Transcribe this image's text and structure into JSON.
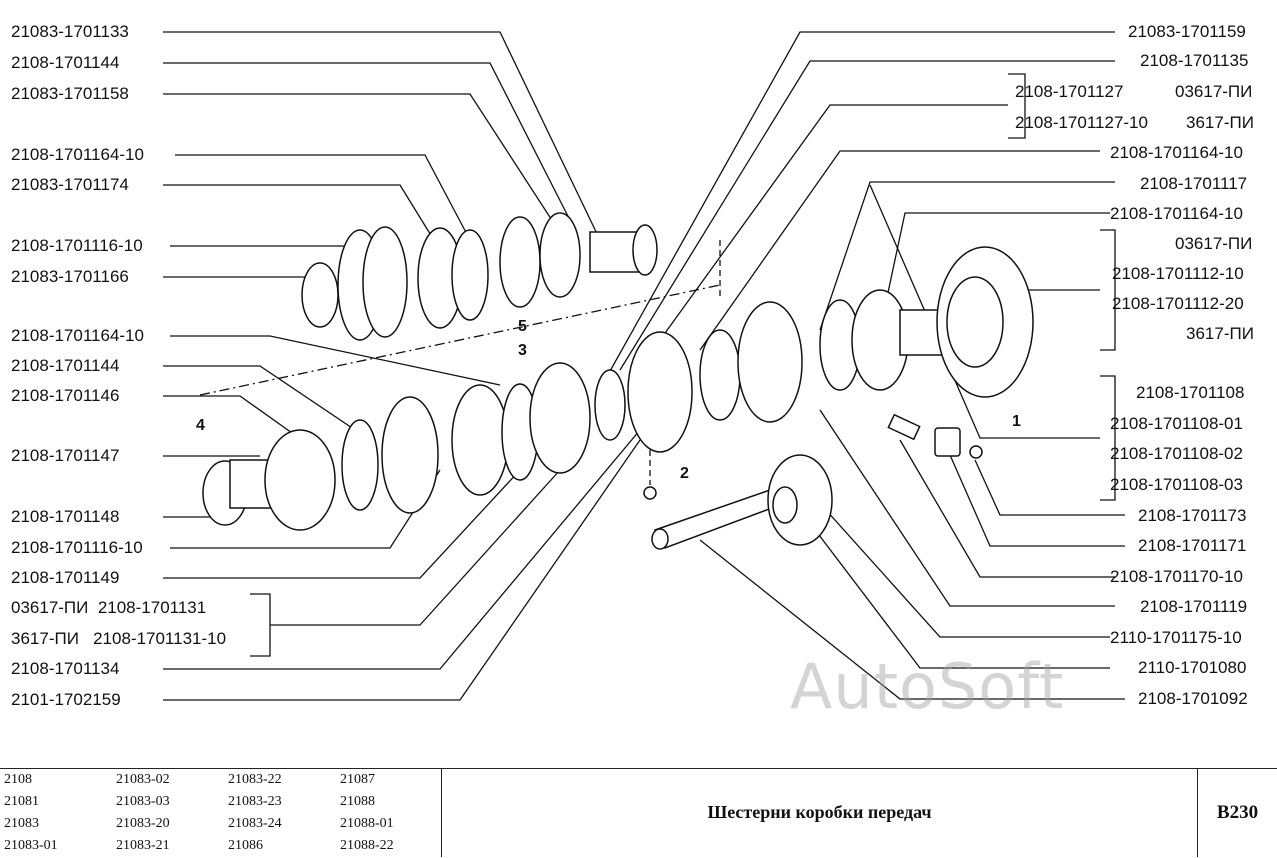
{
  "left_labels": [
    "21083-1701133",
    "2108-1701144",
    "21083-1701158",
    "2108-1701164-10",
    "21083-1701174",
    "2108-1701116-10",
    "21083-1701166",
    "2108-1701164-10",
    "2108-1701144",
    "2108-1701146",
    "2108-1701147",
    "2108-1701148",
    "2108-1701116-10",
    "2108-1701149",
    "03617-ПИ  2108-1701131",
    "3617-ПИ   2108-1701131-10",
    "2108-1701134",
    "2101-1702159"
  ],
  "right_labels": [
    "21083-1701159",
    "2108-1701135",
    "2108-1701127",
    "03617-ПИ",
    "2108-1701127-10",
    "3617-ПИ",
    "2108-1701164-10",
    "2108-1701117",
    "2108-1701164-10",
    "03617-ПИ",
    "2108-1701112-10",
    "2108-1701112-20",
    "3617-ПИ",
    "2108-1701108",
    "2108-1701108-01",
    "2108-1701108-02",
    "2108-1701108-03",
    "2108-1701173",
    "2108-1701171",
    "2108-1701170-10",
    "2108-1701119",
    "2110-1701175-10",
    "2110-1701080",
    "2108-1701092"
  ],
  "position_marks": [
    "5",
    "3",
    "4",
    "2",
    "1"
  ],
  "models": [
    "2108",
    "21081",
    "21083",
    "21083-01",
    "21083-02",
    "21083-03",
    "21083-20",
    "21083-21",
    "21083-22",
    "21083-23",
    "21083-24",
    "21086",
    "21087",
    "21088",
    "21088-01",
    "21088-22"
  ],
  "title": "Шестерни коробки передач",
  "code": "В230",
  "watermark": "AutoSoft"
}
